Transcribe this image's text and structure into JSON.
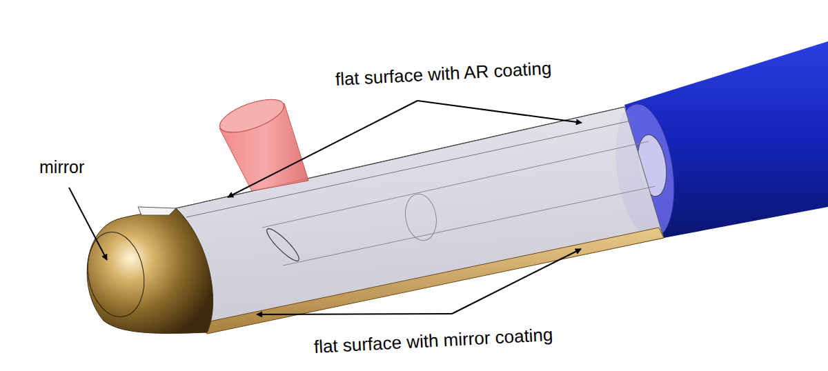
{
  "diagram": {
    "labels": [
      "mirror",
      "flat surface with AR coating",
      "flat surface with mirror coating"
    ]
  }
}
